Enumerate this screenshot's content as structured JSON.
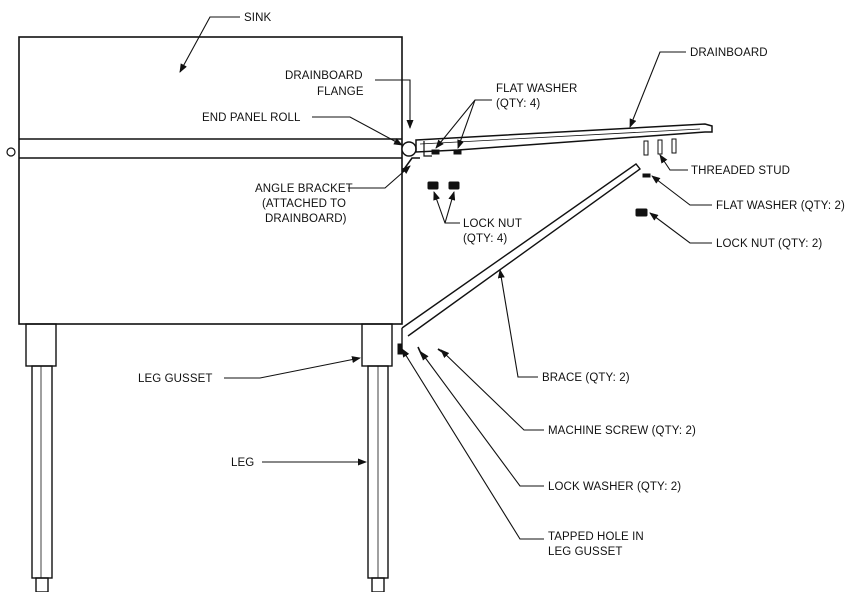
{
  "labels": {
    "sink": "SINK",
    "drainboard": "DRAINBOARD",
    "drainboard_flange_1": "DRAINBOARD",
    "drainboard_flange_2": "FLANGE",
    "flat_washer_top_1": "FLAT WASHER",
    "flat_washer_top_2": "(QTY: 4)",
    "end_panel_roll": "END PANEL ROLL",
    "threaded_stud": "THREADED STUD",
    "angle_bracket_1": "ANGLE BRACKET",
    "angle_bracket_2": "(ATTACHED TO",
    "angle_bracket_3": "DRAINBOARD)",
    "flat_washer_right": "FLAT WASHER (QTY: 2)",
    "lock_nut_left_1": "LOCK NUT",
    "lock_nut_left_2": "(QTY: 4)",
    "lock_nut_right": "LOCK NUT (QTY: 2)",
    "leg_gusset": "LEG GUSSET",
    "brace": "BRACE (QTY: 2)",
    "machine_screw": "MACHINE SCREW (QTY: 2)",
    "lock_washer": "LOCK WASHER (QTY: 2)",
    "leg": "LEG",
    "tapped_hole_1": "TAPPED HOLE IN",
    "tapped_hole_2": "LEG GUSSET"
  }
}
